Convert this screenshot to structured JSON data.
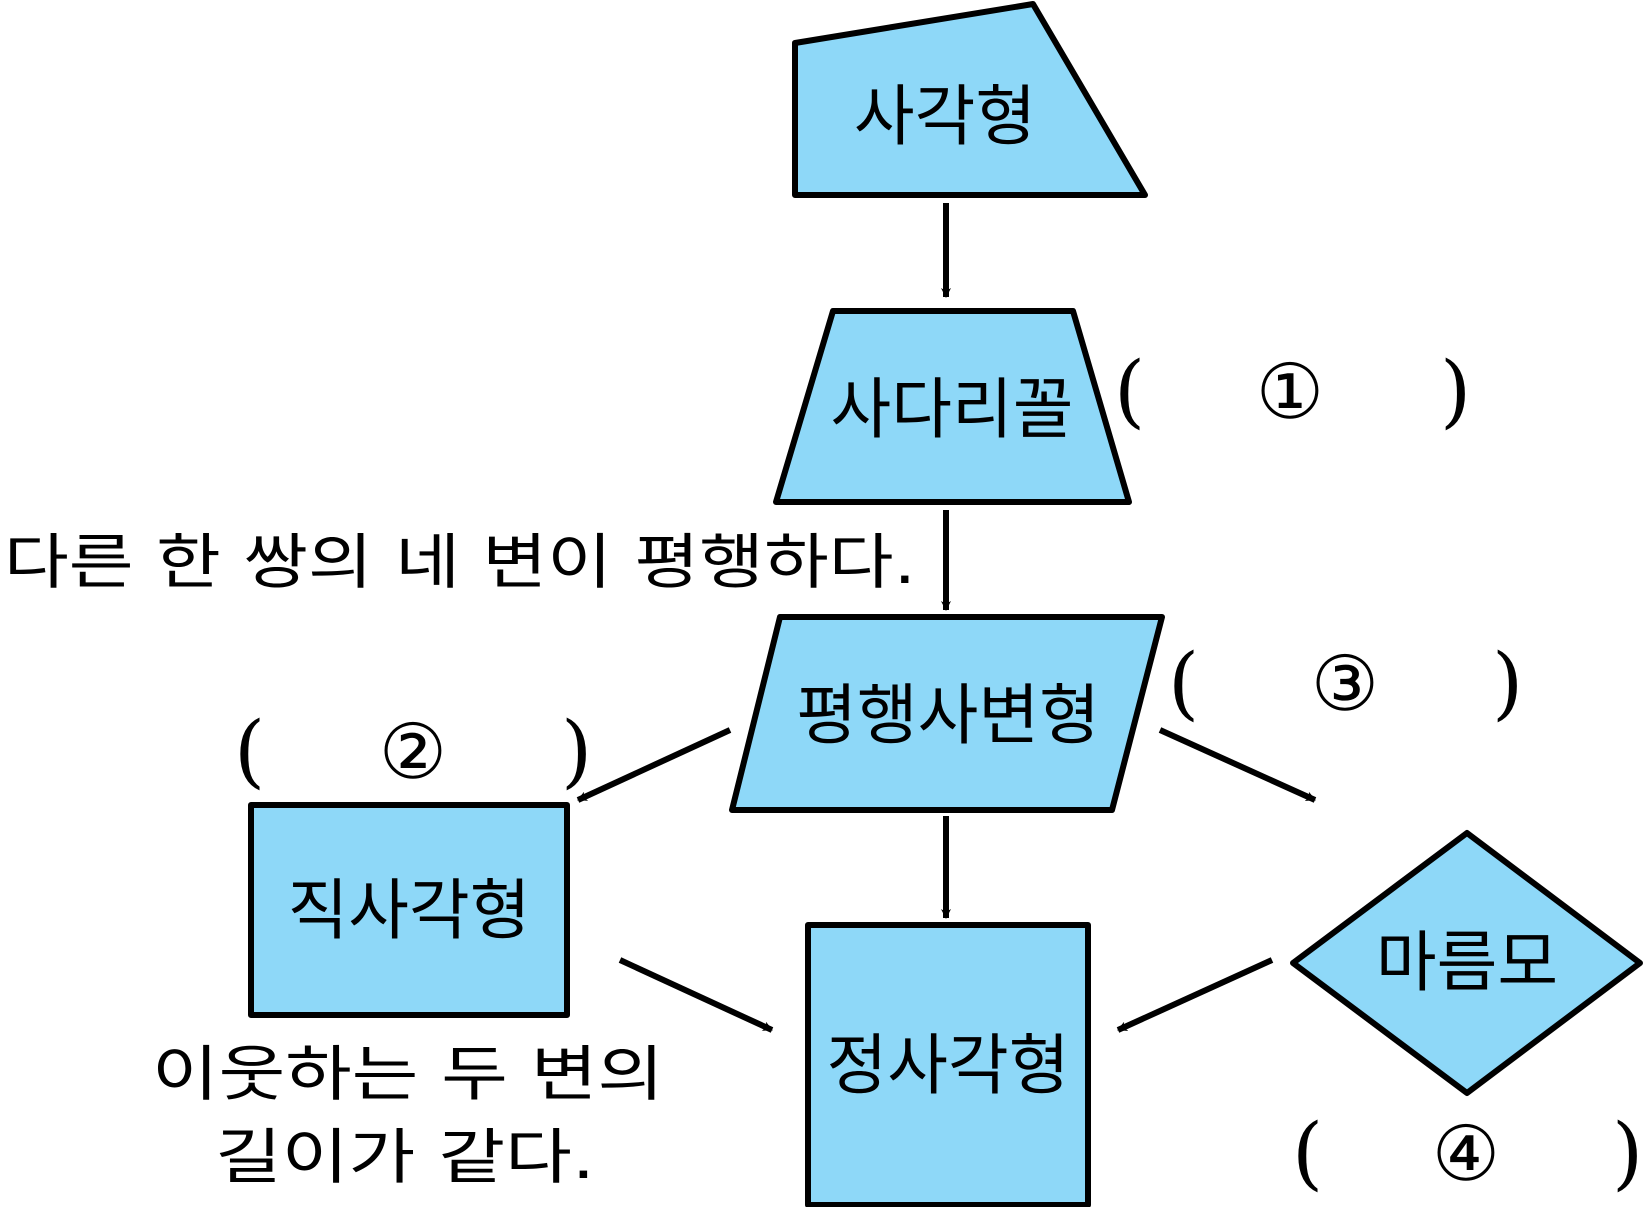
{
  "colors": {
    "shape_fill": "#8ed8f8",
    "stroke": "#000000"
  },
  "nodes": {
    "quadrilateral": "사각형",
    "trapezoid": "사다리꼴",
    "parallelogram": "평행사변형",
    "rectangle": "직사각형",
    "rhombus": "마름모",
    "square": "정사각형"
  },
  "conditions": {
    "parallel_note": "다른 한 쌍의 네 변이 평행하다.",
    "adjacent_line1": "이웃하는 두 변의",
    "adjacent_line2": "길이가 같다."
  },
  "blanks": {
    "open_paren": "(",
    "close_paren": ")",
    "b1": "①",
    "b2": "②",
    "b3": "③",
    "b4": "④"
  }
}
